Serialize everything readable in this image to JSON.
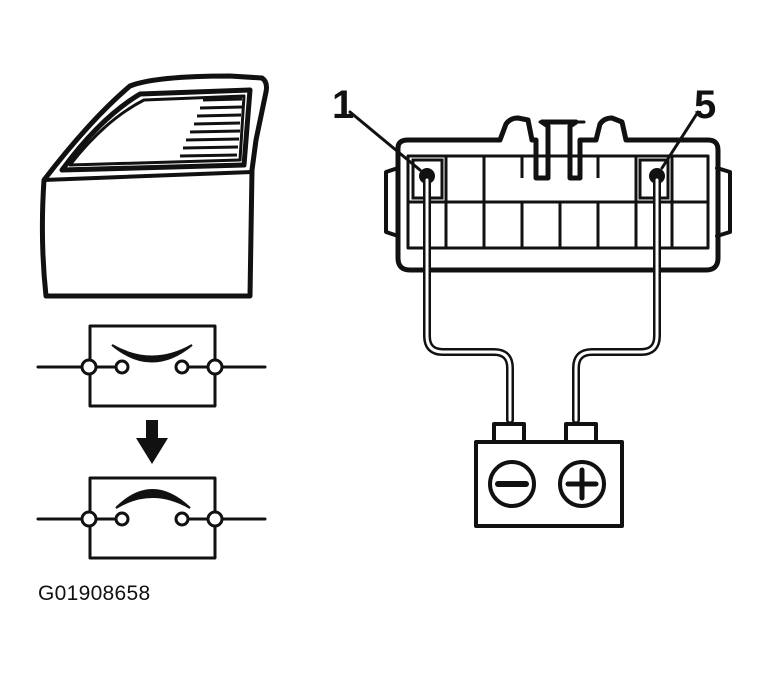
{
  "connector": {
    "pin_left_label": "1",
    "pin_right_label": "5"
  },
  "battery": {
    "negative_symbol": "minus-icon",
    "positive_symbol": "plus-icon"
  },
  "switch_states": {
    "top": "switch-open-icon",
    "bottom": "switch-closed-icon",
    "transition": "down-arrow-icon"
  },
  "footer": {
    "figure_id": "G01908658"
  },
  "colors": {
    "ink": "#111111",
    "background": "#ffffff"
  }
}
